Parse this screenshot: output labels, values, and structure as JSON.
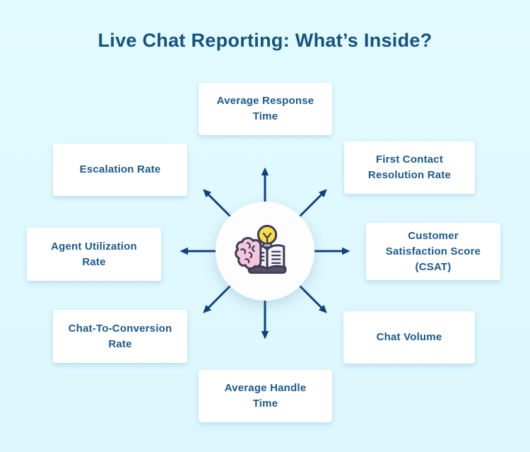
{
  "title": "Live Chat Reporting: What’s Inside?",
  "colors": {
    "background": "#DFF8FE",
    "box_background": "#FFFFFF",
    "box_text": "#1B5A8A",
    "title_text": "#15537E",
    "arrow": "#0E4379",
    "icon_brain": "#F6C6DD",
    "icon_bulb": "#FADD4B",
    "icon_book_page": "#F5F4F8",
    "icon_book_cover": "#575365",
    "icon_outline": "#3F3D56"
  },
  "center_icon": "brain-lightbulb-book-icon",
  "nodes": [
    {
      "label": "Average Response Time",
      "position": "top"
    },
    {
      "label": "First Contact Resolution Rate",
      "position": "top-right"
    },
    {
      "label": "Customer Satisfaction Score (CSAT)",
      "position": "right"
    },
    {
      "label": "Chat Volume",
      "position": "bottom-right"
    },
    {
      "label": "Average Handle Time",
      "position": "bottom"
    },
    {
      "label": "Chat-To-Conversion Rate",
      "position": "bottom-left"
    },
    {
      "label": "Agent Utilization Rate",
      "position": "left"
    },
    {
      "label": "Escalation Rate",
      "position": "top-left"
    }
  ]
}
